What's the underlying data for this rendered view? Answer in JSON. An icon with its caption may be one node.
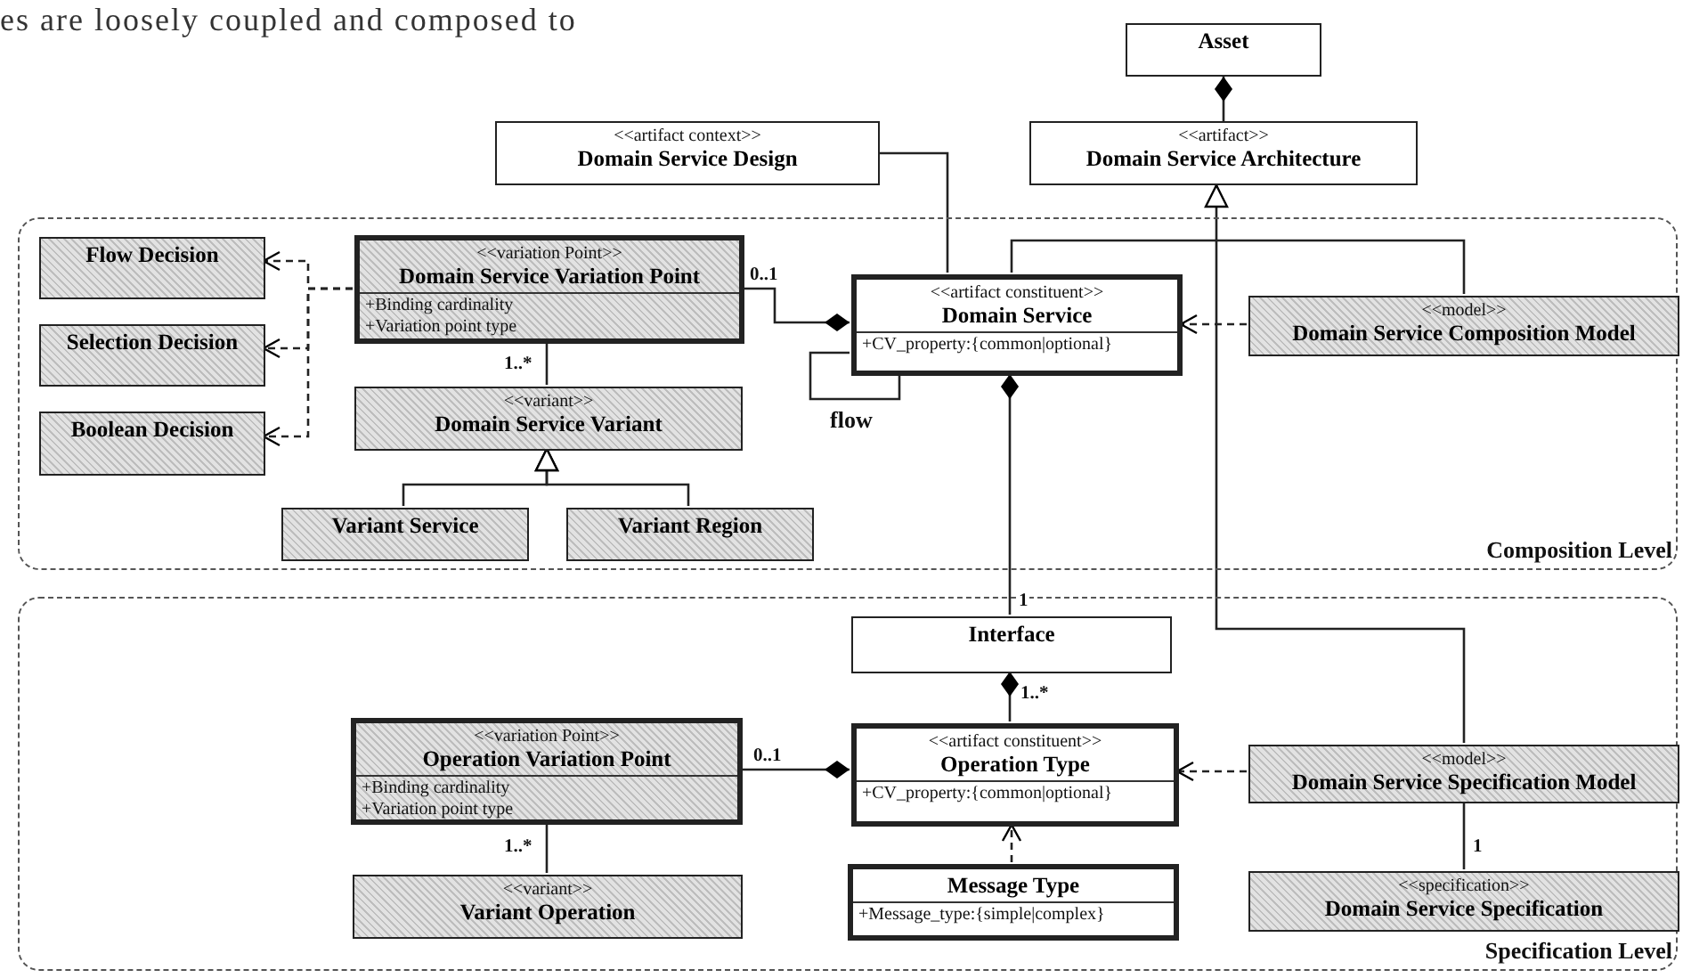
{
  "diagram": {
    "nodes": [
      {
        "text": [
          "Composition Level"
        ]
      },
      {
        "text": [
          "Specification Level"
        ]
      },
      {
        "text": [
          "Asset"
        ]
      },
      {
        "text": [
          "<<artifact>>",
          "Domain Service Architecture"
        ]
      },
      {
        "text": [
          "<<artifact context>>",
          "Domain Service Design"
        ]
      },
      {
        "text": [
          "Flow Decision"
        ],
        "in": 0
      },
      {
        "text": [
          "Selection Decision"
        ],
        "in": 0
      },
      {
        "text": [
          "Boolean Decision"
        ],
        "in": 0
      },
      {
        "text": [
          "<<variation Point>>",
          "Domain Service Variation Point",
          "+Binding cardinality",
          "+Variation point type"
        ],
        "in": 0
      },
      {
        "text": [
          "<<variant>>",
          "Domain Service Variant"
        ],
        "in": 0
      },
      {
        "text": [
          "Variant Service"
        ],
        "in": 0
      },
      {
        "text": [
          "Variant Region"
        ],
        "in": 0
      },
      {
        "text": [
          "<<artifact constituent>>",
          "Domain Service",
          "+CV_property:{common|optional}"
        ],
        "in": 0
      },
      {
        "text": [
          "<<model>>",
          "Domain Service Composition Model"
        ],
        "in": 0
      },
      {
        "text": [
          "Interface"
        ],
        "in": 1
      },
      {
        "text": [
          "<<variation Point>>",
          "Operation Variation Point",
          "+Binding cardinality",
          "+Variation point type"
        ],
        "in": 1
      },
      {
        "text": [
          "<<variant>>",
          "Variant Operation"
        ],
        "in": 1
      },
      {
        "text": [
          "<<artifact constituent>>",
          "Operation Type",
          "+CV_property:{common|optional}"
        ],
        "in": 1
      },
      {
        "text": [
          "Message Type",
          "+Message_type:{simple|complex}"
        ],
        "in": 1
      },
      {
        "text": [
          "<<model>>",
          "Domain Service Specification Model"
        ],
        "in": 1
      },
      {
        "text": [
          "<<specification>>",
          "Domain Service Specification"
        ],
        "in": 1
      }
    ],
    "edges": [
      {
        "from": 3,
        "to": 2,
        "arrow": "other"
      },
      {
        "from": 4,
        "to": 12,
        "arrow": "none"
      },
      {
        "from": 12,
        "to": 13,
        "arrow": "none"
      },
      {
        "from": 19,
        "to": 3,
        "arrow": "to"
      },
      {
        "from": 8,
        "to": 12,
        "arrow": "other",
        "label": "0..1"
      },
      {
        "from": 12,
        "to": 12,
        "arrow": "none",
        "label": "flow"
      },
      {
        "from": 13,
        "to": 12,
        "arrow": "to",
        "style": "dashed"
      },
      {
        "from": 8,
        "to": 5,
        "arrow": "to",
        "style": "dashed"
      },
      {
        "from": 8,
        "to": 6,
        "arrow": "to",
        "style": "dashed"
      },
      {
        "from": 8,
        "to": 7,
        "arrow": "to",
        "style": "dashed"
      },
      {
        "from": 8,
        "to": 9,
        "arrow": "none",
        "label": "1..*"
      },
      {
        "from": 10,
        "to": 9,
        "arrow": "to"
      },
      {
        "from": 11,
        "to": 9,
        "arrow": "to"
      },
      {
        "from": 14,
        "to": 12,
        "arrow": "other",
        "label": "1"
      },
      {
        "from": 17,
        "to": 14,
        "arrow": "other",
        "label": "1..*"
      },
      {
        "from": 15,
        "to": 17,
        "arrow": "other",
        "label": "0..1"
      },
      {
        "from": 15,
        "to": 16,
        "arrow": "none",
        "label": "1..*"
      },
      {
        "from": 18,
        "to": 17,
        "arrow": "to",
        "style": "dashed"
      },
      {
        "from": 19,
        "to": 17,
        "arrow": "to",
        "style": "dashed"
      },
      {
        "from": 19,
        "to": 20,
        "arrow": "none",
        "label": "1"
      }
    ],
    "labels": [
      "es are loosely coupled and composed to"
    ]
  }
}
